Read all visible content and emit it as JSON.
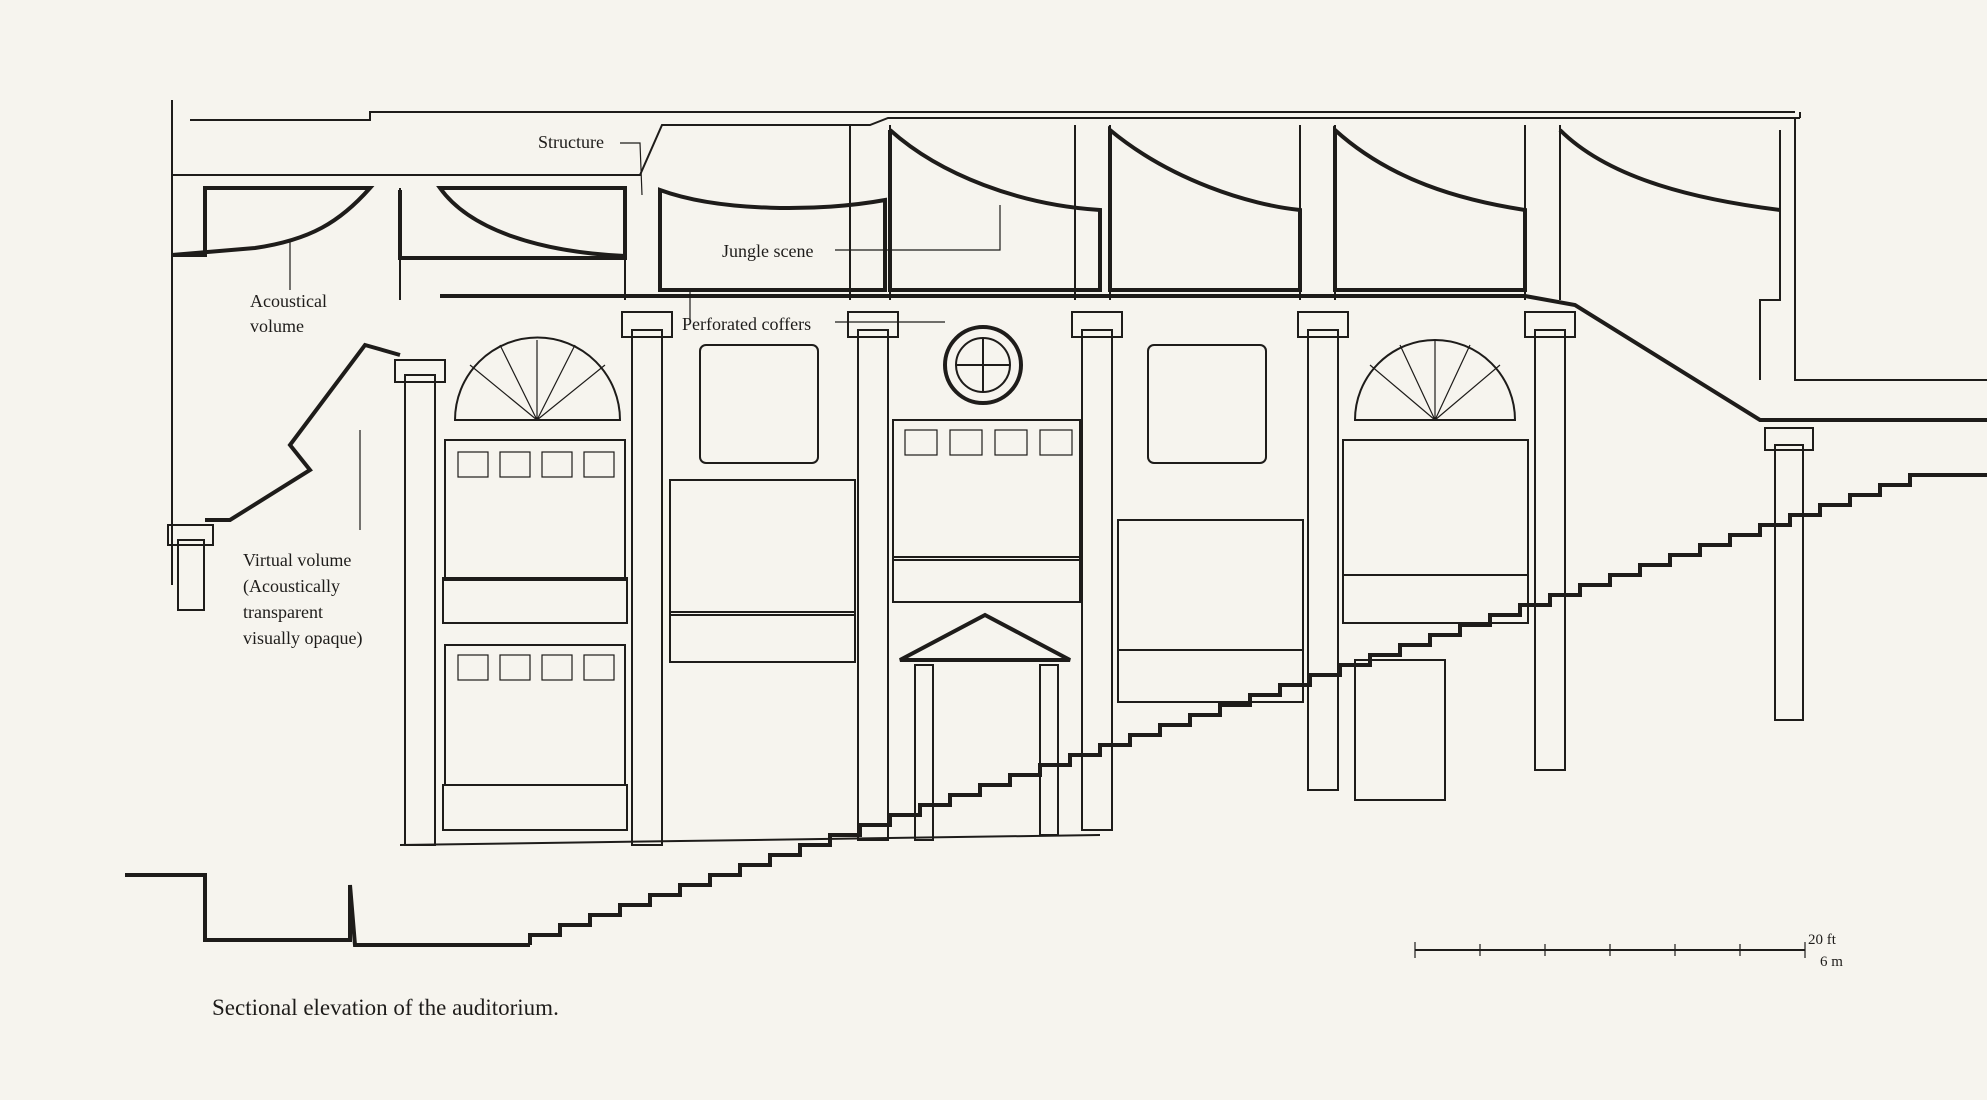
{
  "labels": {
    "structure": "Structure",
    "jungle_scene": "Jungle scene",
    "perforated_coffers": "Perforated coffers",
    "acoustical_volume_1": "Acoustical",
    "acoustical_volume_2": "volume",
    "virtual_volume_1": "Virtual volume",
    "virtual_volume_2": "(Acoustically",
    "virtual_volume_3": "transparent",
    "virtual_volume_4": "visually opaque)"
  },
  "scale": {
    "imperial": "20 ft",
    "metric": "6 m"
  },
  "caption": "Sectional elevation of the auditorium."
}
